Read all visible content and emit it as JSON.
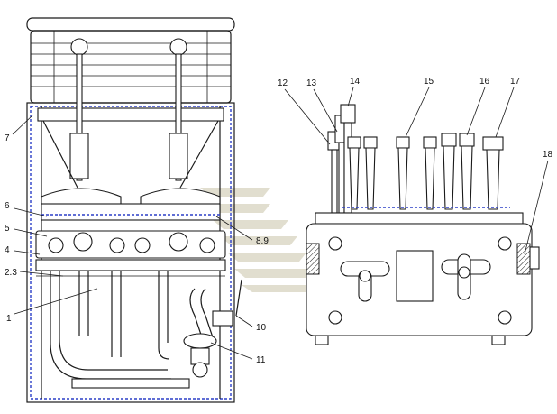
{
  "diagram": {
    "callouts": [
      {
        "id": "c1",
        "label": "1"
      },
      {
        "id": "c23",
        "label": "2.3"
      },
      {
        "id": "c4",
        "label": "4"
      },
      {
        "id": "c5",
        "label": "5"
      },
      {
        "id": "c6",
        "label": "6"
      },
      {
        "id": "c7",
        "label": "7"
      },
      {
        "id": "c89",
        "label": "8.9"
      },
      {
        "id": "c10",
        "label": "10"
      },
      {
        "id": "c11",
        "label": "11"
      },
      {
        "id": "c12",
        "label": "12"
      },
      {
        "id": "c13",
        "label": "13"
      },
      {
        "id": "c14",
        "label": "14"
      },
      {
        "id": "c15",
        "label": "15"
      },
      {
        "id": "c16",
        "label": "16"
      },
      {
        "id": "c17",
        "label": "17"
      },
      {
        "id": "c18",
        "label": "18"
      }
    ],
    "colors": {
      "line": "#1a1a1a",
      "accent_blue": "#2b3fc7",
      "watermark": "#c9c4a8"
    }
  }
}
